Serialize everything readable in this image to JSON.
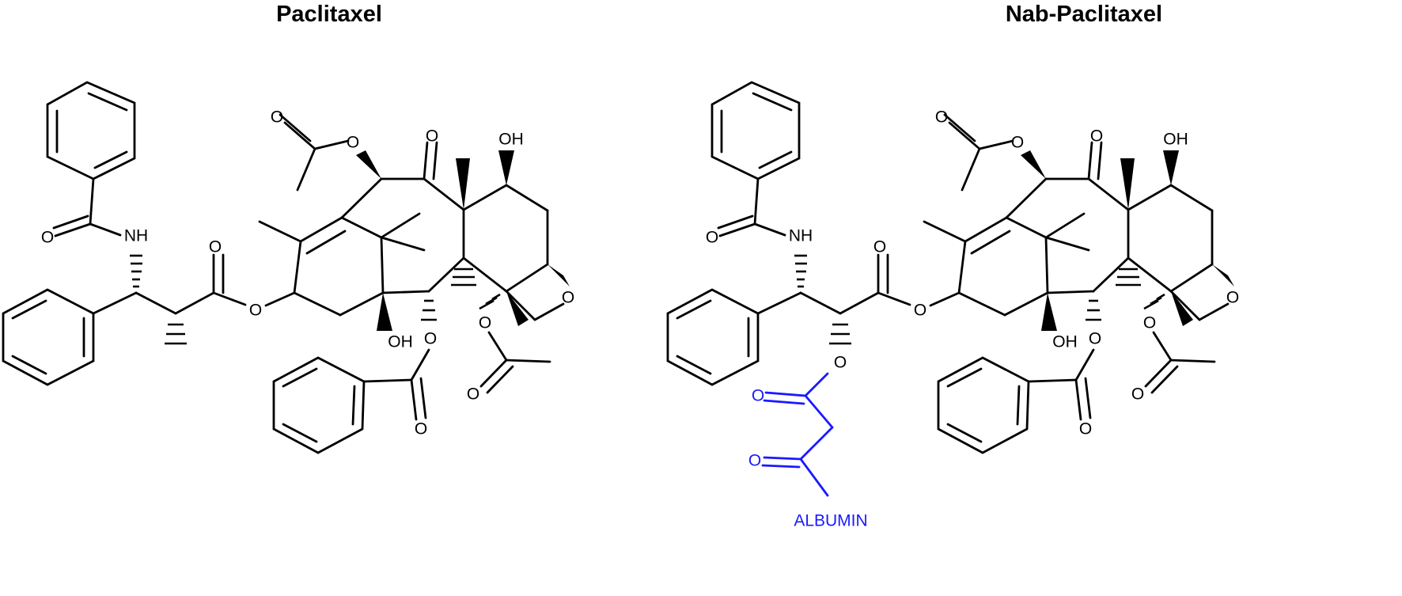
{
  "titles": {
    "left": "Paclitaxel",
    "right": "Nab-Paclitaxel"
  },
  "atoms": {
    "oxygen": "O",
    "amide_nh": "NH",
    "hydroxyl": "OH"
  },
  "modification": {
    "label": "ALBUMIN",
    "color": "#1a1aff"
  }
}
